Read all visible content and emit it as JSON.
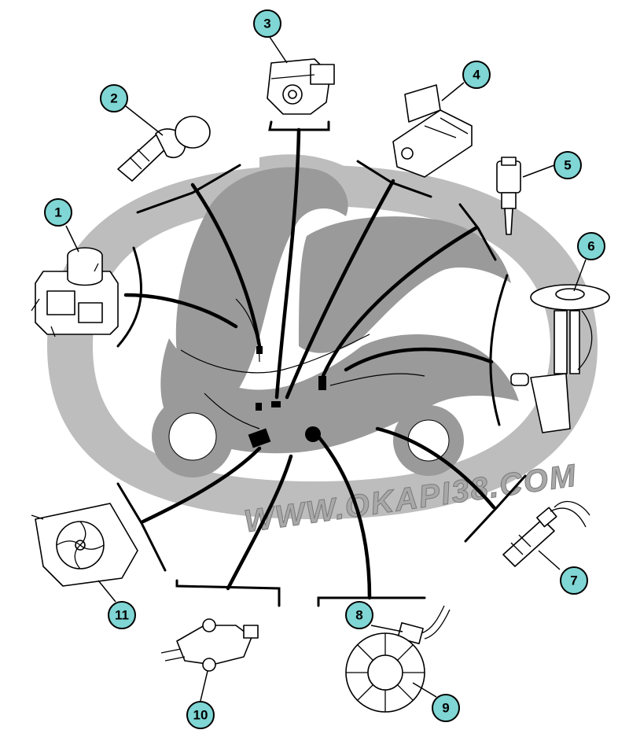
{
  "watermark": {
    "text": "WWW.OKAPI38.COM"
  },
  "callouts": [
    {
      "number": "1"
    },
    {
      "number": "2"
    },
    {
      "number": "3"
    },
    {
      "number": "4"
    },
    {
      "number": "5"
    },
    {
      "number": "6"
    },
    {
      "number": "7"
    },
    {
      "number": "8"
    },
    {
      "number": "9"
    },
    {
      "number": "10"
    },
    {
      "number": "11"
    }
  ],
  "colors": {
    "callout_fill": "#7fd6d4",
    "watermark_gray": "#bdbdbd",
    "motorcycle_gray": "#9a9a9a"
  },
  "icons": [
    "throttle-body-sensor-icon",
    "temperature-sensor-icon",
    "throttle-position-sensor-icon",
    "pressure-sensor-icon",
    "coolant-sensor-icon",
    "fuel-pump-icon",
    "oxygen-sensor-icon",
    "pickup-sensor-icon",
    "stator-icon",
    "speed-sensor-icon",
    "radiator-fan-icon",
    "motorcycle-icon"
  ]
}
